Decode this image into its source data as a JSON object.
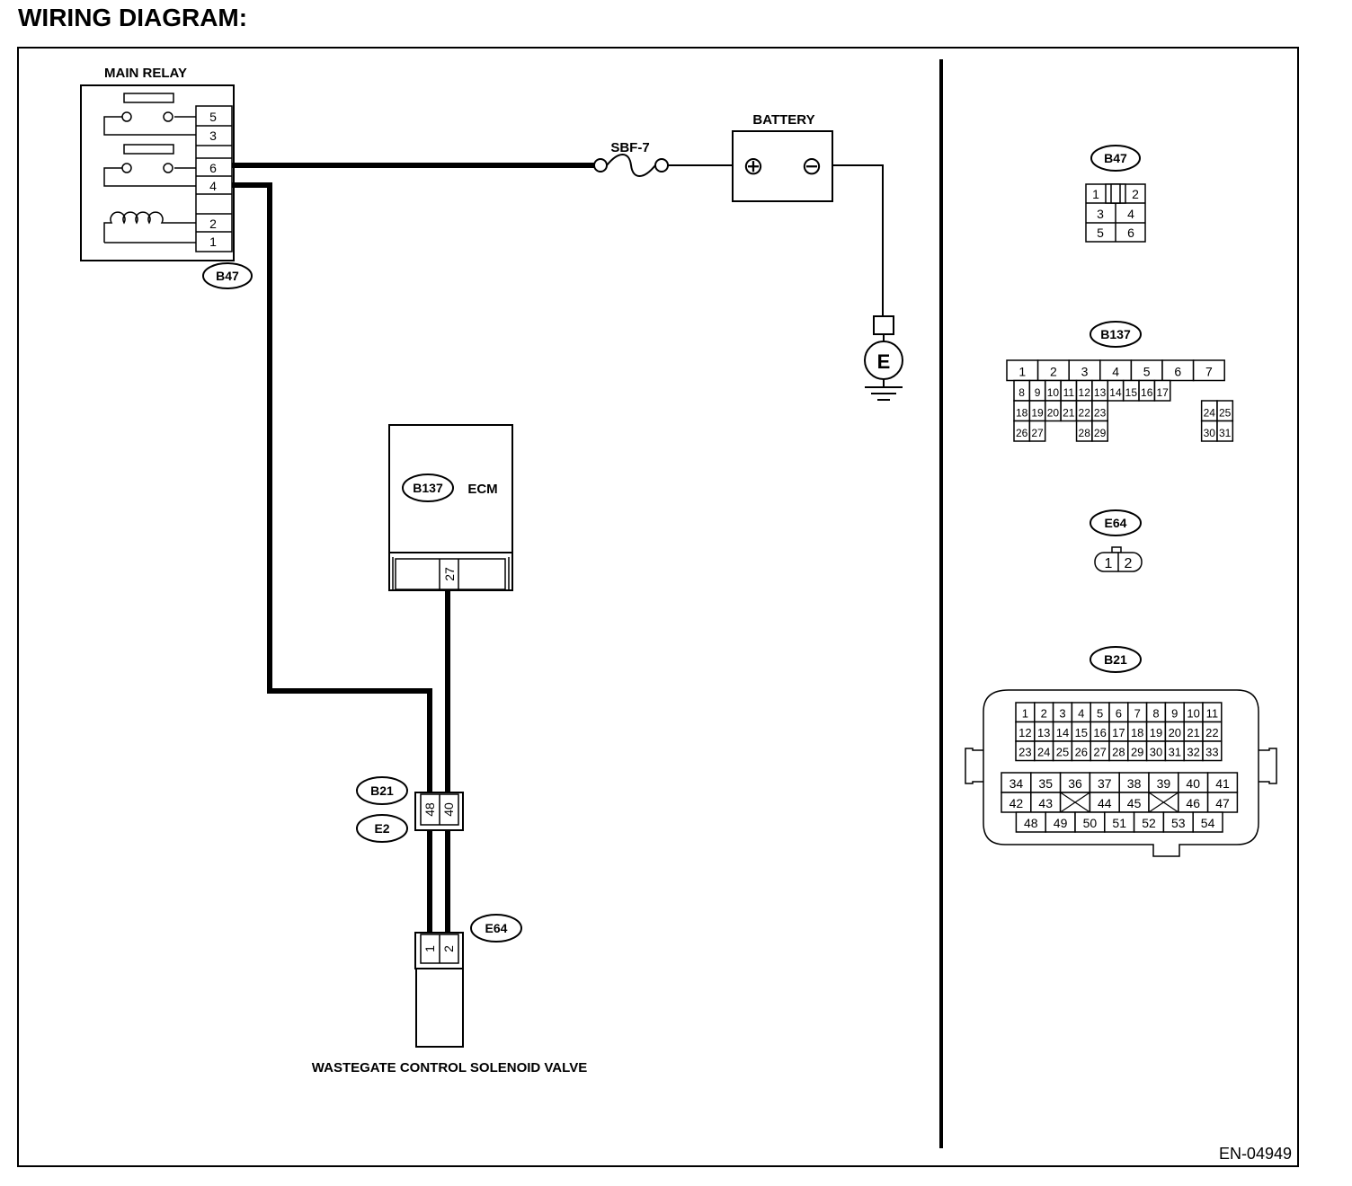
{
  "title": "WIRING DIAGRAM:",
  "doc_code": "EN-04949",
  "main_relay": {
    "label": "MAIN RELAY",
    "connector": "B47",
    "pins": [
      "5",
      "3",
      "6",
      "4",
      "2",
      "1"
    ]
  },
  "fuse": "SBF-7",
  "battery": {
    "label": "BATTERY",
    "positive": "⊕",
    "negative": "⊖"
  },
  "ground": "E",
  "ecm": {
    "label": "ECM",
    "connector": "B137",
    "pin": "27"
  },
  "joint": {
    "connector_a": "B21",
    "connector_b": "E2",
    "pins": [
      "48",
      "40"
    ]
  },
  "valve": {
    "label": "WASTEGATE CONTROL SOLENOID VALVE",
    "connector": "E64",
    "pins": [
      "1",
      "2"
    ]
  },
  "connector_views": {
    "b47": {
      "name": "B47",
      "rows": [
        [
          "1",
          "2"
        ],
        [
          "3",
          "4"
        ],
        [
          "5",
          "6"
        ]
      ]
    },
    "b137": {
      "name": "B137",
      "rows": [
        [
          "1",
          "2",
          "3",
          "4",
          "5",
          "6",
          "7"
        ],
        [
          "8",
          "9",
          "10",
          "11",
          "12",
          "13",
          "14",
          "15",
          "16",
          "17"
        ],
        [
          "18",
          "19",
          "20",
          "21",
          "22",
          "23",
          "24",
          "25"
        ],
        [
          "26",
          "27",
          "28",
          "29",
          "30",
          "31"
        ]
      ]
    },
    "e64": {
      "name": "E64",
      "pins": [
        "1",
        "2"
      ]
    },
    "b21": {
      "name": "B21",
      "rows": [
        [
          "1",
          "2",
          "3",
          "4",
          "5",
          "6",
          "7",
          "8",
          "9",
          "10",
          "11"
        ],
        [
          "12",
          "13",
          "14",
          "15",
          "16",
          "17",
          "18",
          "19",
          "20",
          "21",
          "22"
        ],
        [
          "23",
          "24",
          "25",
          "26",
          "27",
          "28",
          "29",
          "30",
          "31",
          "32",
          "33"
        ],
        [
          "34",
          "35",
          "36",
          "37",
          "38",
          "39",
          "40",
          "41"
        ],
        [
          "42",
          "43",
          "",
          "44",
          "45",
          "",
          "46",
          "47"
        ],
        [
          "48",
          "49",
          "50",
          "51",
          "52",
          "53",
          "54"
        ]
      ]
    }
  }
}
